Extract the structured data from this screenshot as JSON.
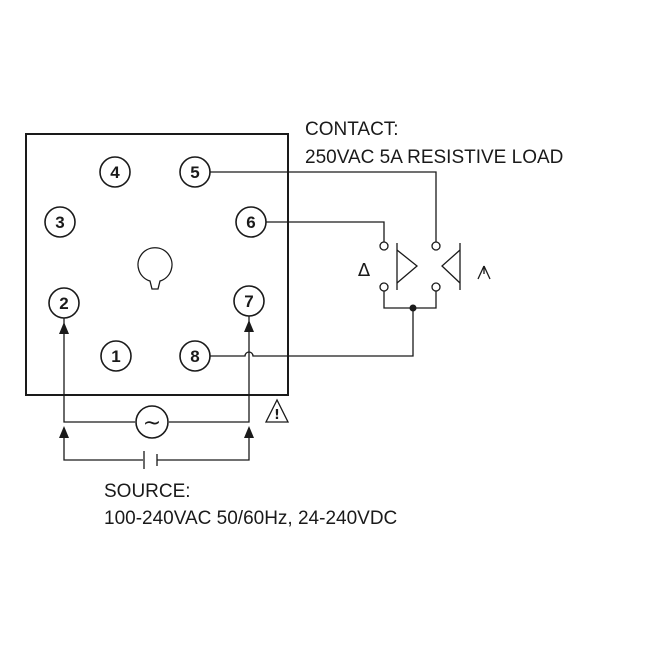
{
  "contact": {
    "heading": "CONTACT:",
    "rating": "250VAC 5A RESISTIVE LOAD"
  },
  "source": {
    "heading": "SOURCE:",
    "rating": "100-240VAC 50/60Hz, 24-240VDC"
  },
  "pins": [
    "1",
    "2",
    "3",
    "4",
    "5",
    "6",
    "7",
    "8"
  ],
  "symbols": {
    "ac": "~",
    "delta": "Δ",
    "star": "⅄",
    "warning": "!"
  },
  "icons": {
    "warning": "warning-triangle-icon",
    "ac_source": "ac-source-icon",
    "dc_source": "dc-battery-icon",
    "key": "socket-key-icon"
  },
  "colors": {
    "ink": "#1a1a1a",
    "background": "#ffffff"
  }
}
